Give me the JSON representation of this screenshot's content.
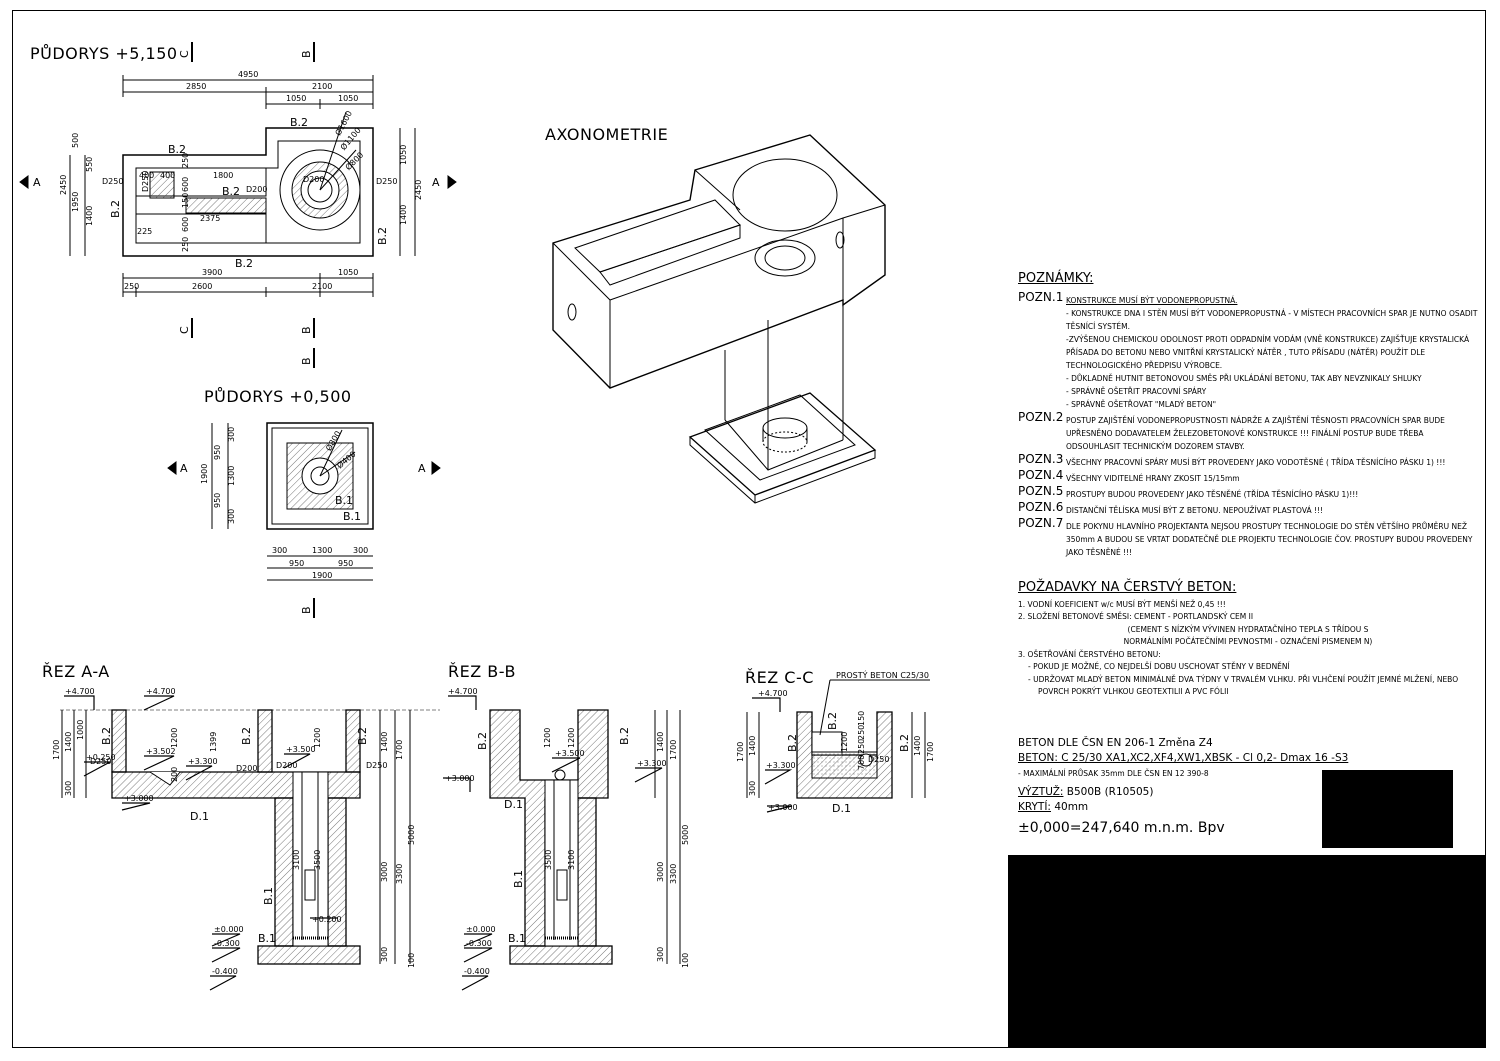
{
  "titles": {
    "plan_top": "PŮDORYS +5,150",
    "plan_bottom": "PŮDORYS +0,500",
    "axo": "AXONOMETRIE",
    "sec_aa": "ŘEZ A-A",
    "sec_bb": "ŘEZ B-B",
    "sec_cc": "ŘEZ C-C"
  },
  "plan_top": {
    "cut_c": "C",
    "cut_b": "B",
    "cut_a_left": "A",
    "cut_a_right": "A",
    "dims_top": [
      "4950",
      "2850",
      "2100",
      "1050",
      "1050"
    ],
    "dims_bottom": [
      "3900",
      "1050",
      "250",
      "2600",
      "2100"
    ],
    "dims_left": [
      "2450",
      "1950",
      "1400",
      "500",
      "550"
    ],
    "dims_right": [
      "1050",
      "1400",
      "2450"
    ],
    "inner": [
      "1800",
      "2375",
      "400",
      "400",
      "225",
      "250",
      "600",
      "150",
      "600",
      "250"
    ],
    "labels": [
      "B.2",
      "B.2",
      "B.2",
      "B.2",
      "B.2",
      "B.2"
    ],
    "pipes": [
      "D250",
      "D250",
      "D200",
      "D200",
      "D250"
    ],
    "circles": [
      "Ø1600",
      "Ø1100",
      "Ø800"
    ]
  },
  "plan_bottom": {
    "cut_a_left": "A",
    "cut_a_right": "A",
    "cut_b": "B",
    "dims_bottom": [
      "300",
      "1300",
      "300",
      "950",
      "950",
      "1900"
    ],
    "dims_left": [
      "1900",
      "950",
      "950",
      "300",
      "1300",
      "300"
    ],
    "circles": [
      "Ø800",
      "Ø400"
    ],
    "labels": [
      "B.1",
      "B.1"
    ]
  },
  "sec_aa": {
    "levels": [
      "+4.700",
      "+4.700",
      "+3.502",
      "+3.300",
      "+3.000",
      "+0.250",
      "+3.500",
      "+0.200",
      "±0.000",
      "-0.300",
      "-0.400"
    ],
    "dims": [
      "1700",
      "1400",
      "1000",
      "1200",
      "1399",
      "300",
      "200",
      "1200",
      "1400",
      "1700",
      "5000",
      "3100",
      "3500",
      "3000",
      "3300",
      "300",
      "100"
    ],
    "labels": [
      "B.2",
      "B.2",
      "D.1",
      "B.1",
      "B.1",
      "D250",
      "D200",
      "D200",
      "D250"
    ]
  },
  "sec_bb": {
    "levels": [
      "+4.700",
      "+3.500",
      "+3.300",
      "+3.000",
      "±0.000",
      "-0.300",
      "-0.400"
    ],
    "dims": [
      "1200",
      "1200",
      "1400",
      "1700",
      "5000",
      "3500",
      "3100",
      "3000",
      "3300",
      "300",
      "100"
    ],
    "labels": [
      "B.2",
      "B.2",
      "D.1",
      "B.1",
      "B.1"
    ]
  },
  "sec_cc": {
    "levels": [
      "+4.700",
      "+3.300",
      "+3.000"
    ],
    "dims": [
      "1700",
      "1400",
      "300",
      "1200",
      "250",
      "150",
      "700",
      "250",
      "1400",
      "1700"
    ],
    "labels": [
      "B.2",
      "B.2",
      "B.2",
      "D250",
      "D.1"
    ],
    "callout": "PROSTÝ BETON C25/30"
  },
  "notes": {
    "header": "POZNÁMKY:",
    "items": [
      {
        "key": "POZN.1",
        "lines": [
          "KONSTRUKCE MUSÍ BÝT VODONEPROPUSTNÁ.",
          "- KONSTRUKCE DNA I STĚN MUSÍ BÝT VODONEPROPUSTNÁ - V MÍSTECH PRACOVNÍCH SPAR JE NUTNO OSADIT TĚSNÍCÍ SYSTÉM.",
          "-ZVÝŠENOU CHEMICKOU ODOLNOST PROTI ODPADNÍM VODÁM (VNĚ KONSTRUKCE) ZAJIŠŤUJE KRYSTALICKÁ PŘÍSADA DO BETONU NEBO VNITŘNÍ KRYSTALICKÝ NÁTĚR , TUTO PŘÍSADU (NÁTĚR) POUŽÍT DLE TECHNOLOGICKÉHO PŘEDPISU VÝROBCE.",
          "- DŮKLADNĚ HUTNIT BETONOVOU SMĚS PŘI UKLÁDÁNÍ BETONU, TAK ABY NEVZNIKALY SHLUKY",
          "- SPRÁVNĚ OŠETŘIT PRACOVNÍ SPÁRY",
          "- SPRÁVNĚ OŠETŘOVAT \"MLADÝ BETON\""
        ]
      },
      {
        "key": "POZN.2",
        "lines": [
          "POSTUP ZAJIŠTĚNÍ VODONEPROPUSTNOSTI NÁDRŽE A ZAJIŠTĚNÍ TĚSNOSTI PRACOVNÍCH SPAR BUDE UPŘESNĚNO DODAVATELEM ŽELEZOBETONOVÉ KONSTRUKCE !!! FINÁLNÍ POSTUP BUDE TŘEBA ODSOUHLASIT TECHNICKÝM DOZOREM STAVBY."
        ]
      },
      {
        "key": "POZN.3",
        "lines": [
          "VŠECHNY PRACOVNÍ SPÁRY MUSÍ BÝT PROVEDENY JAKO VODOTĚSNÉ ( TŘÍDA TĚSNÍCÍHO PÁSKU 1) !!!"
        ]
      },
      {
        "key": "POZN.4",
        "lines": [
          "VŠECHNY VIDITELNÉ HRANY ZKOSIT 15/15mm"
        ]
      },
      {
        "key": "POZN.5",
        "lines": [
          "PROSTUPY BUDOU PROVEDENY JAKO TĚSNĚNÉ (TŘÍDA TĚSNÍCÍHO PÁSKU 1)!!!"
        ]
      },
      {
        "key": "POZN.6",
        "lines": [
          "DISTANČNÍ TĚLÍSKA MUSÍ BÝT Z BETONU. NEPOUŽÍVAT PLASTOVÁ !!!"
        ]
      },
      {
        "key": "POZN.7",
        "lines": [
          "DLE POKYNU HLAVNÍHO PROJEKTANTA NEJSOU PROSTUPY TECHNOLOGIE DO STĚN VĚTŠÍHO PRŮMĚRU NEŽ 350mm A BUDOU SE VRTAT DODATEČNĚ DLE PROJEKTU TECHNOLOGIE ČOV. PROSTUPY BUDOU PROVEDENY JAKO TĚSNĚNÉ !!!"
        ]
      }
    ]
  },
  "requirements": {
    "header": "POŽADAVKY NA ČERSTVÝ BETON:",
    "r1": "1. VODNÍ KOEFICIENT w/c MUSÍ BÝT MENŠÍ NEŽ 0,45 !!!",
    "r2": "2. SLOŽENÍ BETONOVÉ SMĚSI: CEMENT - PORTLANDSKÝ CEM II",
    "r2a": "(CEMENT S NÍZKÝM VÝVINEN HYDRATAČNÍHO TEPLA S TŘÍDOU S",
    "r2b": "NORMÁLNÍMI POČÁTEČNÍMI PEVNOSTMI - OZNAČENÍ PISMENEM N)",
    "r3": "3. OŠETŘOVÁNÍ ČERSTVÉHO BETONU:",
    "r3a": "- POKUD JE MOŽNÉ, CO NEJDELŠÍ DOBU USCHOVAT STĚNY V BEDNĚNÍ",
    "r3b": "- UDRŽOVAT MLADÝ BETON MINIMÁLNĚ DVA TÝDNY V TRVALÉM VLHKU. PŘI VLHČENÍ POUŽÍT JEMNÉ MLŽENÍ, NEBO",
    "r3c": "POVRCH POKRÝT VLHKOU GEOTEXTILII A PVC FÓLII"
  },
  "spec": {
    "std": "BETON DLE ČSN EN 206-1 Změna Z4",
    "beton": "BETON: C 25/30 XA1,XC2,XF4,XW1,XBSK - Cl 0,2- Dmax 16 -S3",
    "prusak": "- MAXIMÁLNÍ PRŮSAK 35mm DLE ČSN EN 12 390-8",
    "vyztuz_k": "VÝZTUŽ:",
    "vyztuz_v": "B500B (R10505)",
    "kryti_k": "KRYTÍ:",
    "kryti_v": "40mm",
    "level": "±0,000=247,640 m.n.m. Bpv"
  }
}
